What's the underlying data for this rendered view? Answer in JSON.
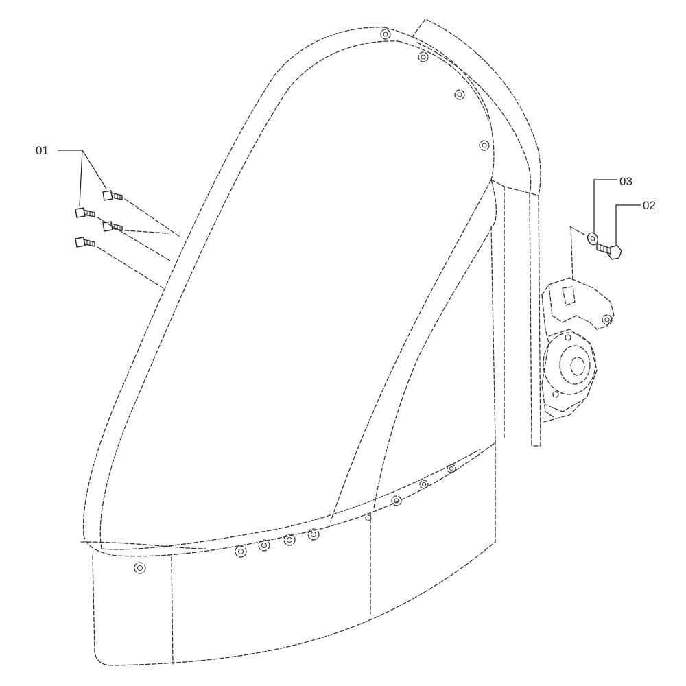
{
  "callouts": [
    {
      "id": "01",
      "label": "01"
    },
    {
      "id": "02",
      "label": "02"
    },
    {
      "id": "03",
      "label": "03"
    }
  ],
  "line_color": "#333333",
  "background": "#ffffff"
}
